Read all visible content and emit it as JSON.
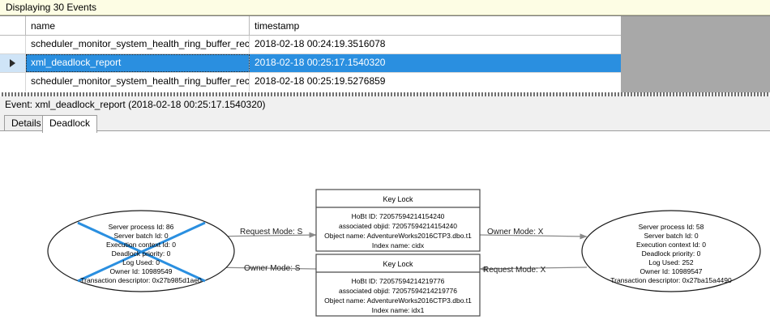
{
  "status_bar": {
    "text": "Displaying 30 Events"
  },
  "grid": {
    "columns": [
      "name",
      "timestamp"
    ],
    "rows": [
      {
        "selected": false,
        "name": "scheduler_monitor_system_health_ring_buffer_recorded",
        "timestamp": "2018-02-18 00:24:19.3516078"
      },
      {
        "selected": true,
        "name": "xml_deadlock_report",
        "timestamp": "2018-02-18 00:25:17.1540320"
      },
      {
        "selected": false,
        "name": "scheduler_monitor_system_health_ring_buffer_recorded",
        "timestamp": "2018-02-18 00:25:19.5276859"
      }
    ],
    "selection_color": "#2a8fe0"
  },
  "event_caption": {
    "text": "Event: xml_deadlock_report (2018-02-18 00:25:17.1540320)"
  },
  "tabs": [
    {
      "label": "Details",
      "active": false
    },
    {
      "label": "Deadlock",
      "active": true
    }
  ],
  "deadlock_graph": {
    "victim_marker_color": "#2a8fe0",
    "processes": [
      {
        "id": "left-process",
        "is_victim": true,
        "lines": [
          "Server process Id: 86",
          "Server batch Id: 0",
          "Execution context Id: 0",
          "Deadlock priority: 0",
          "Log Used: 0",
          "Owner Id: 10989549",
          "Transaction descriptor: 0x27b985d1ae0"
        ]
      },
      {
        "id": "right-process",
        "is_victim": false,
        "lines": [
          "Server process Id: 58",
          "Server batch Id: 0",
          "Execution context Id: 0",
          "Deadlock priority: 0",
          "Log Used: 252",
          "Owner Id: 10989547",
          "Transaction descriptor: 0x27ba15a4490"
        ]
      }
    ],
    "resources": [
      {
        "id": "key-lock-top",
        "title": "Key Lock",
        "lines": [
          "HoBt ID: 72057594214154240",
          "associated objid: 72057594214154240",
          "Object name: AdventureWorks2016CTP3.dbo.t1",
          "Index name: cidx"
        ]
      },
      {
        "id": "key-lock-bottom",
        "title": "Key Lock",
        "lines": [
          "HoBt ID: 72057594214219776",
          "associated objid: 72057594214219776",
          "Object name: AdventureWorks2016CTP3.dbo.t1",
          "Index name: idx1"
        ]
      }
    ],
    "edges": [
      {
        "id": "edge-left-request-top",
        "label": "Request Mode: S"
      },
      {
        "id": "edge-top-owner-right",
        "label": "Owner Mode: X"
      },
      {
        "id": "edge-bottom-owner-left",
        "label": "Owner Mode: S"
      },
      {
        "id": "edge-right-request-bottom",
        "label": "Request Mode: X"
      }
    ]
  }
}
